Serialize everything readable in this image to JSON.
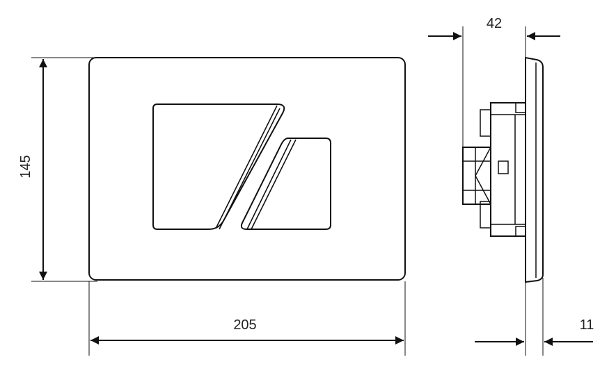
{
  "dimensions": {
    "width": "205",
    "height": "145",
    "depth": "42",
    "plate_thickness": "11"
  }
}
